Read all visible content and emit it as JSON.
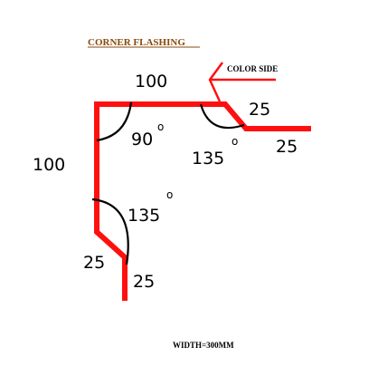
{
  "title": "CORNER  FLASHING",
  "color_side_label": "COLOR  SIDE",
  "width_label": "WIDTH=300MM",
  "degree_symbol": "o",
  "colors": {
    "flashing": "#ff1010",
    "arc": "#000000",
    "title": "#8a4a0b"
  },
  "dimensions": {
    "top_length": "100",
    "left_length": "100",
    "top_right_flange": "25",
    "right_tail": "25",
    "left_flange": "25",
    "bottom_tail": "25"
  },
  "angles": {
    "corner": "90",
    "top_right": "135",
    "left_lower": "135"
  }
}
